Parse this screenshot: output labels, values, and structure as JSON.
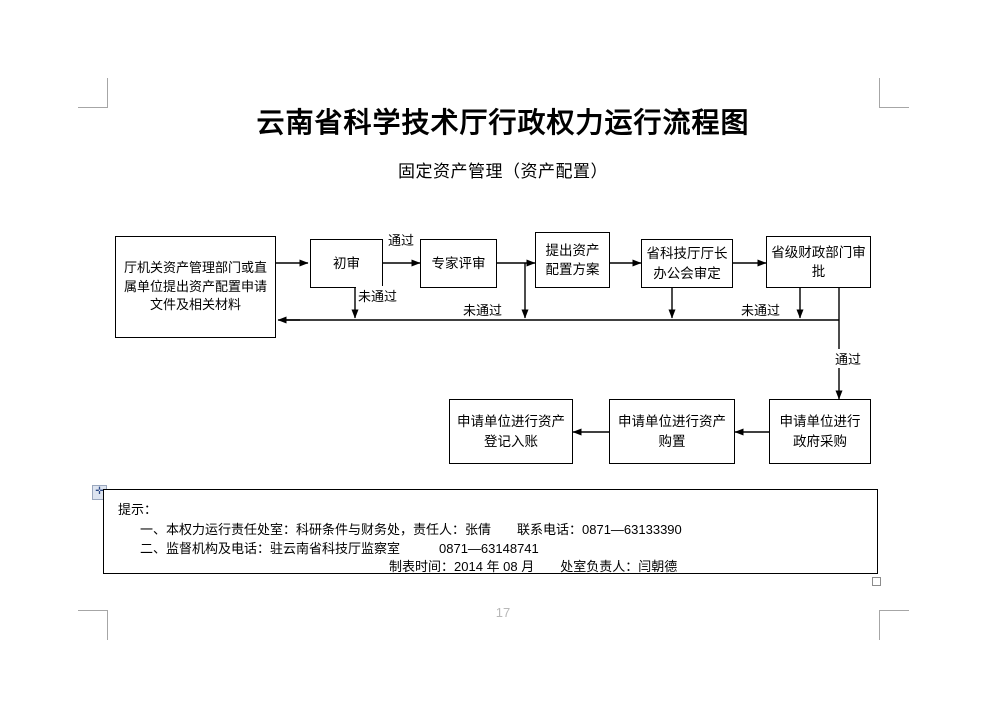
{
  "document": {
    "title": "云南省科学技术厅行政权力运行流程图",
    "subtitle": "固定资产管理（资产配置）",
    "page_number": "17"
  },
  "flowchart": {
    "nodes": [
      {
        "id": "apply",
        "label": "厅机关资产管理部门或直属单位提出资产配置申请文件及相关材料"
      },
      {
        "id": "first-review",
        "label": "初审"
      },
      {
        "id": "expert",
        "label": "专家评审"
      },
      {
        "id": "plan",
        "label": "提出资产配置方案"
      },
      {
        "id": "director",
        "label": "省科技厅厅长办公会审定"
      },
      {
        "id": "finance",
        "label": "省级财政部门审批"
      },
      {
        "id": "procurement",
        "label": "申请单位进行政府采购"
      },
      {
        "id": "purchase",
        "label": "申请单位进行资产购置"
      },
      {
        "id": "register",
        "label": "申请单位进行资产登记入账"
      }
    ],
    "edge_labels": {
      "pass_first": "通过",
      "fail_first": "未通过",
      "fail_expert": "未通过",
      "fail_finance": "未通过",
      "pass_finance": "通过"
    }
  },
  "note": {
    "heading": "提示：",
    "line1": "一、本权力运行责任处室：科研条件与财务处，责任人：张倩　　联系电话：0871—63133390",
    "line2": "二、监督机构及电话：驻云南省科技厅监察室　　　0871—63148741",
    "line3": "制表时间：2014 年 08 月　　处室负责人：闫朝德"
  },
  "colors": {
    "ink": "#000000",
    "crop_mark": "#a6a6a6",
    "page_number": "#b8b8b8",
    "handle_fill": "#dde4f0"
  }
}
